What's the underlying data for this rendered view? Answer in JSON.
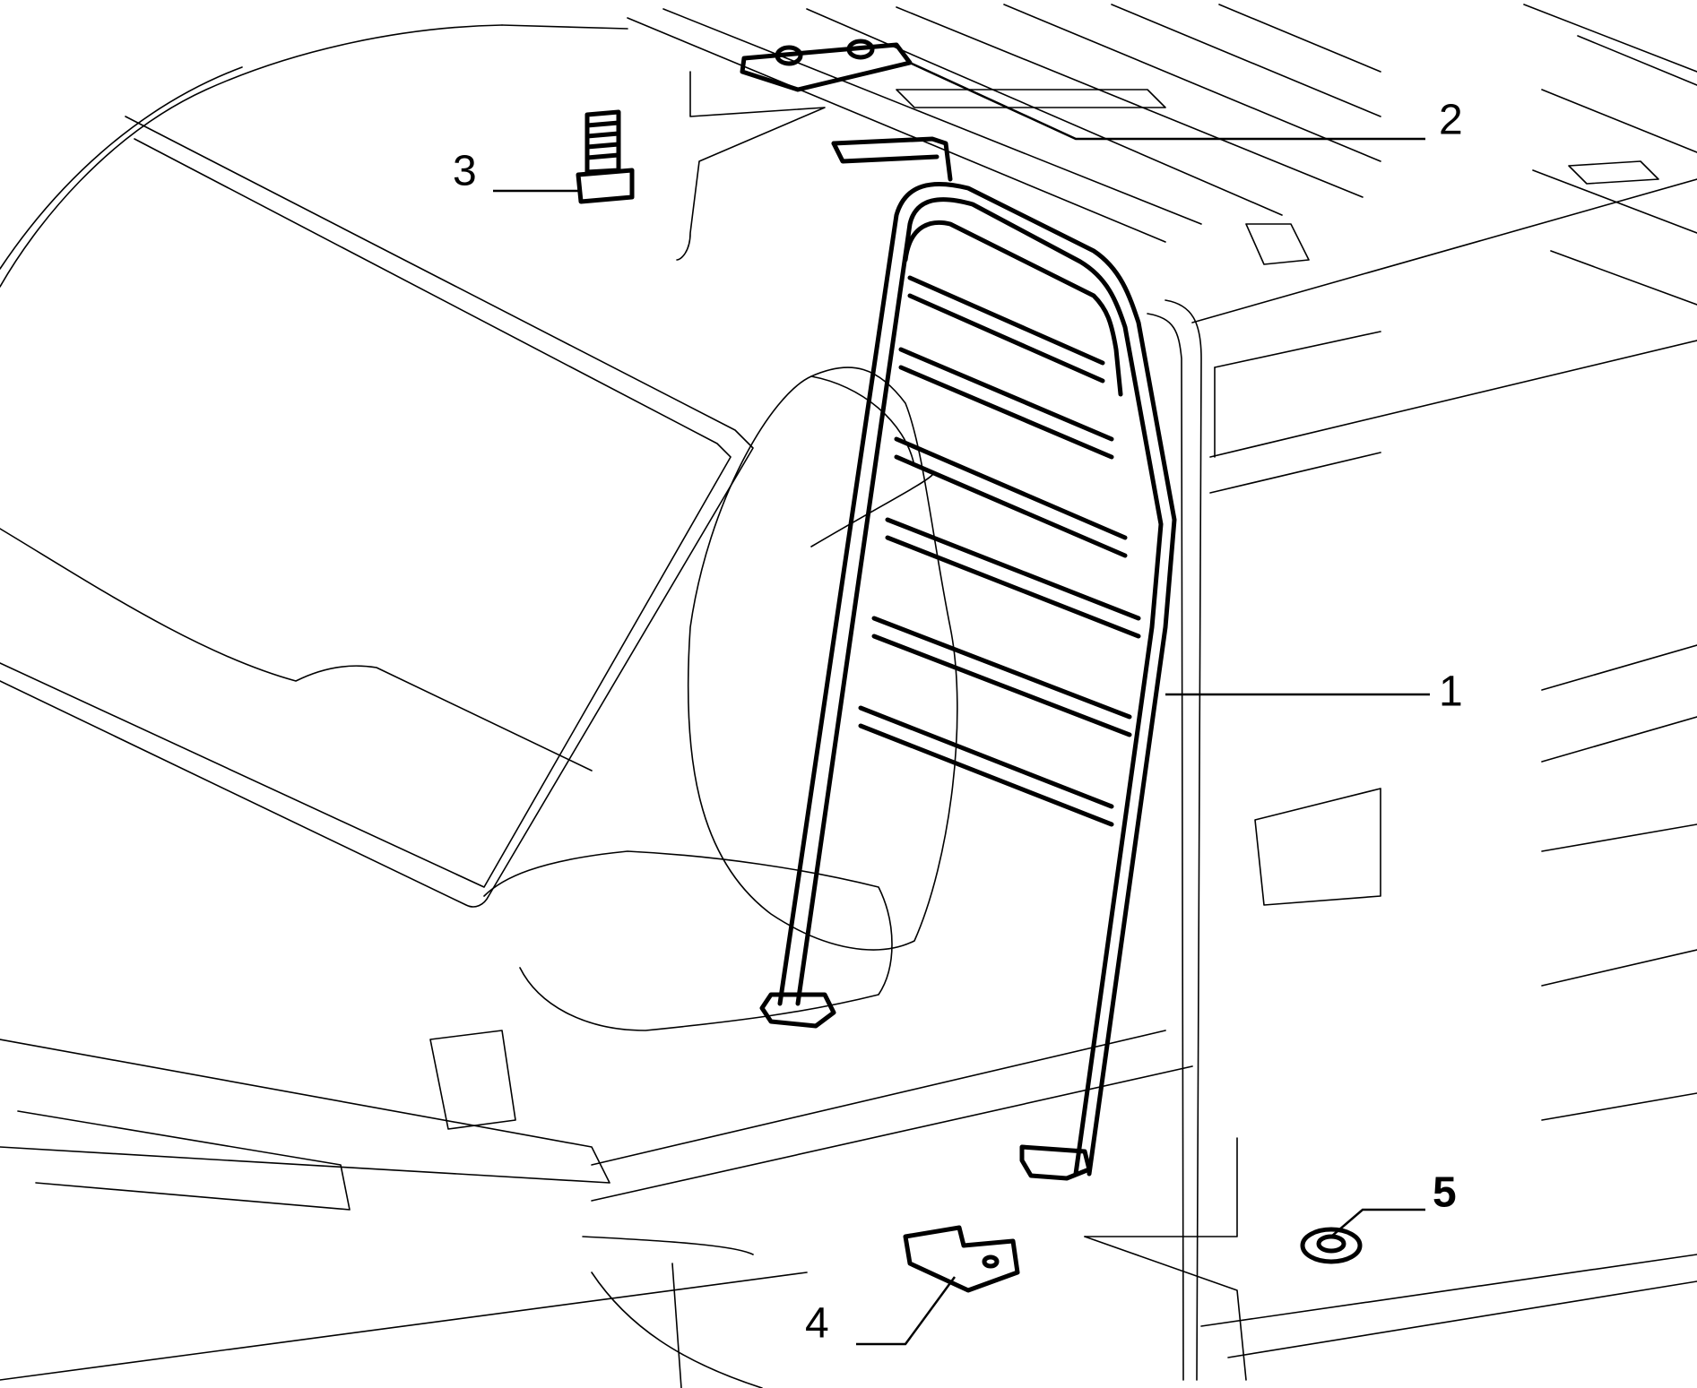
{
  "callouts": [
    {
      "id": "1",
      "label": "1",
      "bold": false
    },
    {
      "id": "2",
      "label": "2",
      "bold": false
    },
    {
      "id": "3",
      "label": "3",
      "bold": false
    },
    {
      "id": "4",
      "label": "4",
      "bold": false
    },
    {
      "id": "5",
      "label": "5",
      "bold": true
    }
  ]
}
